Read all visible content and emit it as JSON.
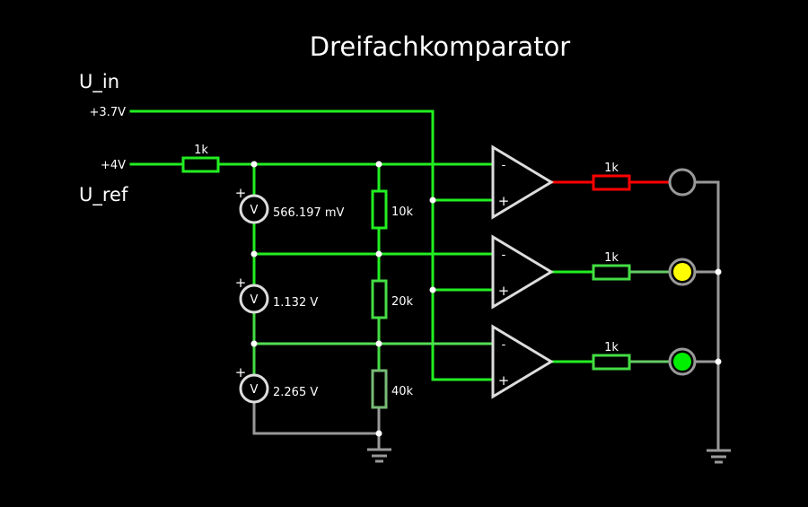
{
  "title": "Dreifachkomparator",
  "labels": {
    "u_in": "U_in",
    "u_ref": "U_ref"
  },
  "sources": {
    "input_voltage": "+3.7V",
    "reference_voltage": "+4V"
  },
  "series_resistor": "1k",
  "divider": {
    "resistors": [
      "10k",
      "20k",
      "40k"
    ]
  },
  "voltmeters": [
    {
      "symbol": "V",
      "polarity": "+",
      "reading": "566.197 mV"
    },
    {
      "symbol": "V",
      "polarity": "+",
      "reading": "1.132 V"
    },
    {
      "symbol": "V",
      "polarity": "+",
      "reading": "2.265 V"
    }
  ],
  "comparators": [
    {
      "inv": "-",
      "noninv": "+",
      "output_resistor": "1k",
      "led_state": "off",
      "led_color": "#000000",
      "wire_color": "#ff0000"
    },
    {
      "inv": "-",
      "noninv": "+",
      "output_resistor": "1k",
      "led_state": "on",
      "led_color": "#ffff00",
      "wire_color": "#00ee00"
    },
    {
      "inv": "-",
      "noninv": "+",
      "output_resistor": "1k",
      "led_state": "on",
      "led_color": "#00ee00",
      "wire_color": "#00ee00"
    }
  ],
  "colors": {
    "wire_high": "#22ee22",
    "wire_mid": "#55cc55",
    "wire_ground": "#999999",
    "wire_negative": "#ff0000",
    "component": "#dddddd"
  }
}
